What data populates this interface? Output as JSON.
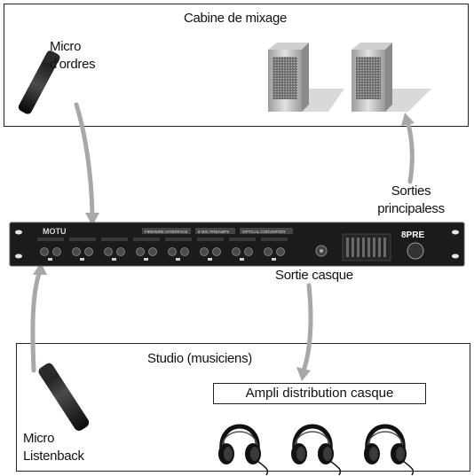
{
  "control_room": {
    "title": "Cabine de mixage"
  },
  "studio": {
    "title": "Studio (musiciens)"
  },
  "talkback_mic": {
    "line1": "Micro",
    "line2": "d'ordres"
  },
  "listenback_mic": {
    "line1": "Micro",
    "line2": "Listenback"
  },
  "main_outs": {
    "line1": "Sorties",
    "line2": "principaless"
  },
  "headphone_out": {
    "label": "Sortie casque"
  },
  "headphone_amp": {
    "label": "Ampli distribution casque"
  },
  "device": {
    "brand": "MOTU",
    "model": "8PRE",
    "features": [
      "FIREWIRE INTERFACE",
      "8 MIC PREAMPS",
      "OPTICAL CONVERTER"
    ],
    "channel_count": 8
  },
  "colors": {
    "arrow": "#a8a8a8",
    "rack": "#1b1b1b",
    "border": "#222222"
  }
}
